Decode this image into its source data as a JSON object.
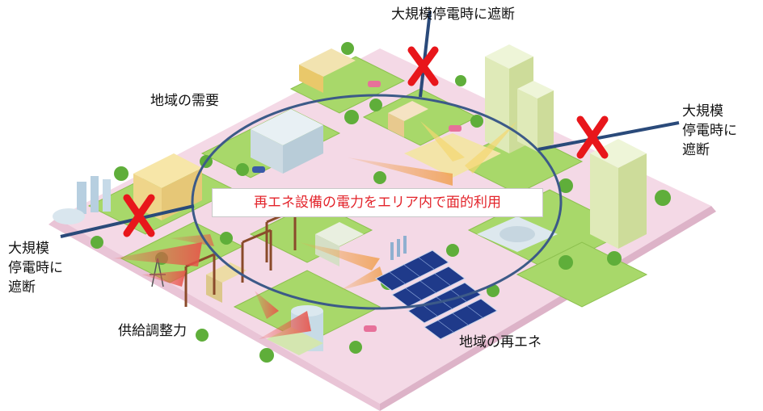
{
  "labels": {
    "top_cutoff": "大規模停電時に遮断",
    "right_cutoff": [
      "大規模",
      "停電時に",
      "遮断"
    ],
    "left_cutoff": [
      "大規模",
      "停電時に",
      "遮断"
    ],
    "regional_demand": "地域の需要",
    "supply_adjustment": "供給調整力",
    "regional_renewable": "地域の再エネ",
    "center_message": "再エネ設備の電力をエリア内で面的利用"
  },
  "colors": {
    "ground": "#f4d9e6",
    "grass": "#a8d86a",
    "ellipse": "#3c5a88",
    "line": "#2a4a7a",
    "cross": "#e8161b",
    "message_text": "#e3242b",
    "flow_red": "#e8534a",
    "flow_orange": "#f0a050",
    "solar_panel": "#1f3a8a"
  },
  "icons": [
    "cross-icon",
    "solar-panel-icon",
    "transmission-tower-icon",
    "building-icon",
    "tree-icon"
  ]
}
